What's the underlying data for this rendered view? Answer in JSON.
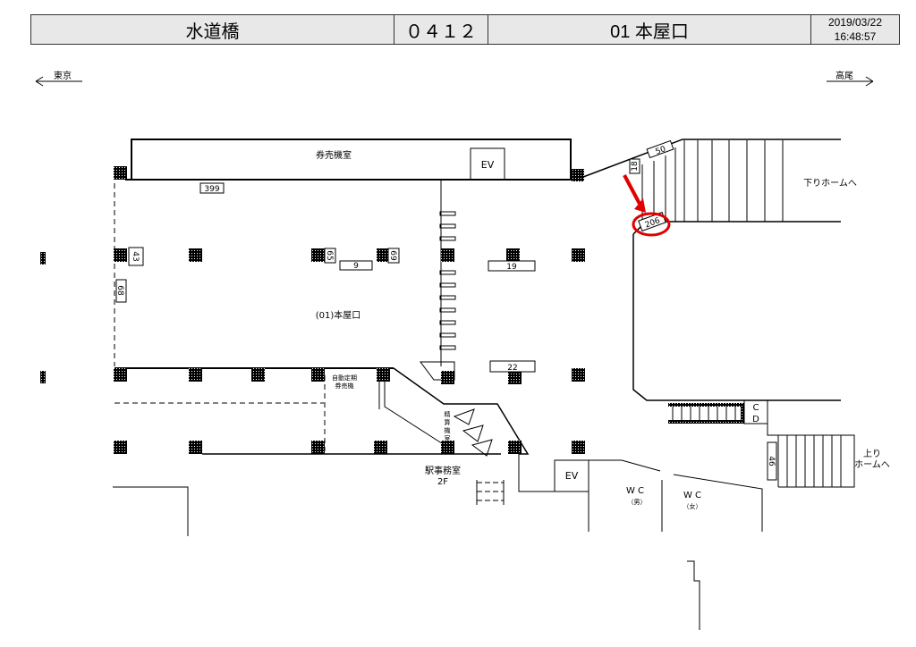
{
  "header": {
    "station": "水道橋",
    "code": "０４１２",
    "exit": "01 本屋口",
    "date": "2019/03/22",
    "time": "16:48:57"
  },
  "directions": {
    "left": "東京",
    "right": "高尾"
  },
  "labels": {
    "ticket_room": "券売機室",
    "ev": "EV",
    "down_platform": "下りホームへ",
    "up_platform_1": "上り",
    "up_platform_2": "ホームへ",
    "exit_name": "(01)本屋口",
    "auto_ticket_1": "自動定期",
    "auto_ticket_2": "券売機",
    "fare_1": "精",
    "fare_2": "算",
    "fare_3": "機",
    "fare_4": "室",
    "office": "駅事務室",
    "office_floor": "2F",
    "cd_c": "C",
    "cd_d": "D",
    "wc": "W C",
    "wc_men": "（男）",
    "wc_women": "（女）"
  },
  "signs": {
    "s399": "399",
    "s43": "43",
    "s65": "65",
    "s9": "9",
    "s69": "69",
    "s19": "19",
    "s68": "68",
    "s22": "22",
    "s18": "18",
    "s50": "50",
    "s206": "206",
    "s46": "46"
  },
  "highlight": {
    "color": "#e00000",
    "target": "206"
  }
}
